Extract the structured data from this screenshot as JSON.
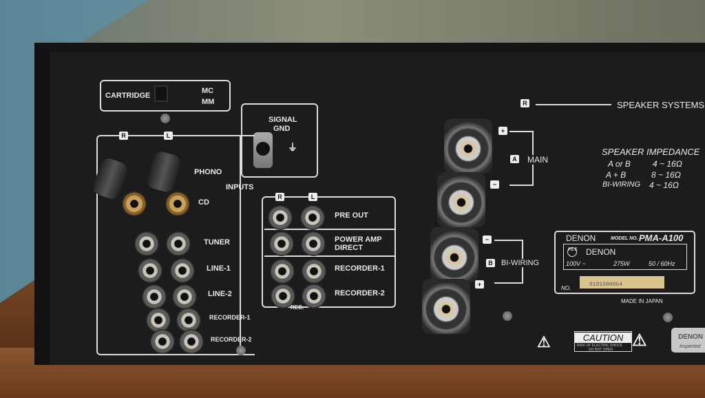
{
  "cartridge": {
    "label": "CARTRIDGE",
    "mc": "MC",
    "mm": "MM"
  },
  "signal_gnd": {
    "line1": "SIGNAL",
    "line2": "GND"
  },
  "channels": {
    "r": "R",
    "l": "L"
  },
  "inputs": {
    "title": "INPUTS",
    "phono": "PHONO",
    "cd": "CD",
    "tuner": "TUNER",
    "line1": "LINE-1",
    "line2": "LINE-2",
    "recorder1": "RECORDER-1",
    "recorder2": "RECORDER-2"
  },
  "outputs": {
    "pre_out": "PRE OUT",
    "power_amp_1": "POWER AMP",
    "power_amp_2": "DIRECT",
    "recorder1": "RECORDER-1",
    "recorder2": "RECORDER-2",
    "rec": "REC."
  },
  "speakers": {
    "r": "R",
    "system": "SPEAKER SYSTEMS",
    "plus": "+",
    "minus": "−",
    "a": "A",
    "main": "MAIN",
    "b": "B",
    "biwiring": "BI-WIRING"
  },
  "impedance": {
    "title": "SPEAKER IMPEDANCE",
    "rows": [
      {
        "k": "A or B",
        "v": "4 ~ 16Ω"
      },
      {
        "k": "A + B",
        "v": "8 ~ 16Ω"
      },
      {
        "k": "BI-WIRING",
        "v": "4 ~ 16Ω"
      }
    ]
  },
  "rating": {
    "brand": "DENON",
    "model_label": "MODEL NO.",
    "model": "PMA-A100",
    "ps": "PS E",
    "brand2": "DENON",
    "voltage": "100V ~",
    "power": "275W",
    "freq": "50 / 60Hz",
    "no_label": "NO.",
    "serial": "0101500064",
    "made_in": "MADE IN JAPAN"
  },
  "caution": {
    "title": "CAUTION",
    "sub1": "RISK OF ELECTRIC SHOCK",
    "sub2": "DO NOT OPEN"
  },
  "inspected": {
    "brand": "DENON",
    "text": "Inspected"
  }
}
